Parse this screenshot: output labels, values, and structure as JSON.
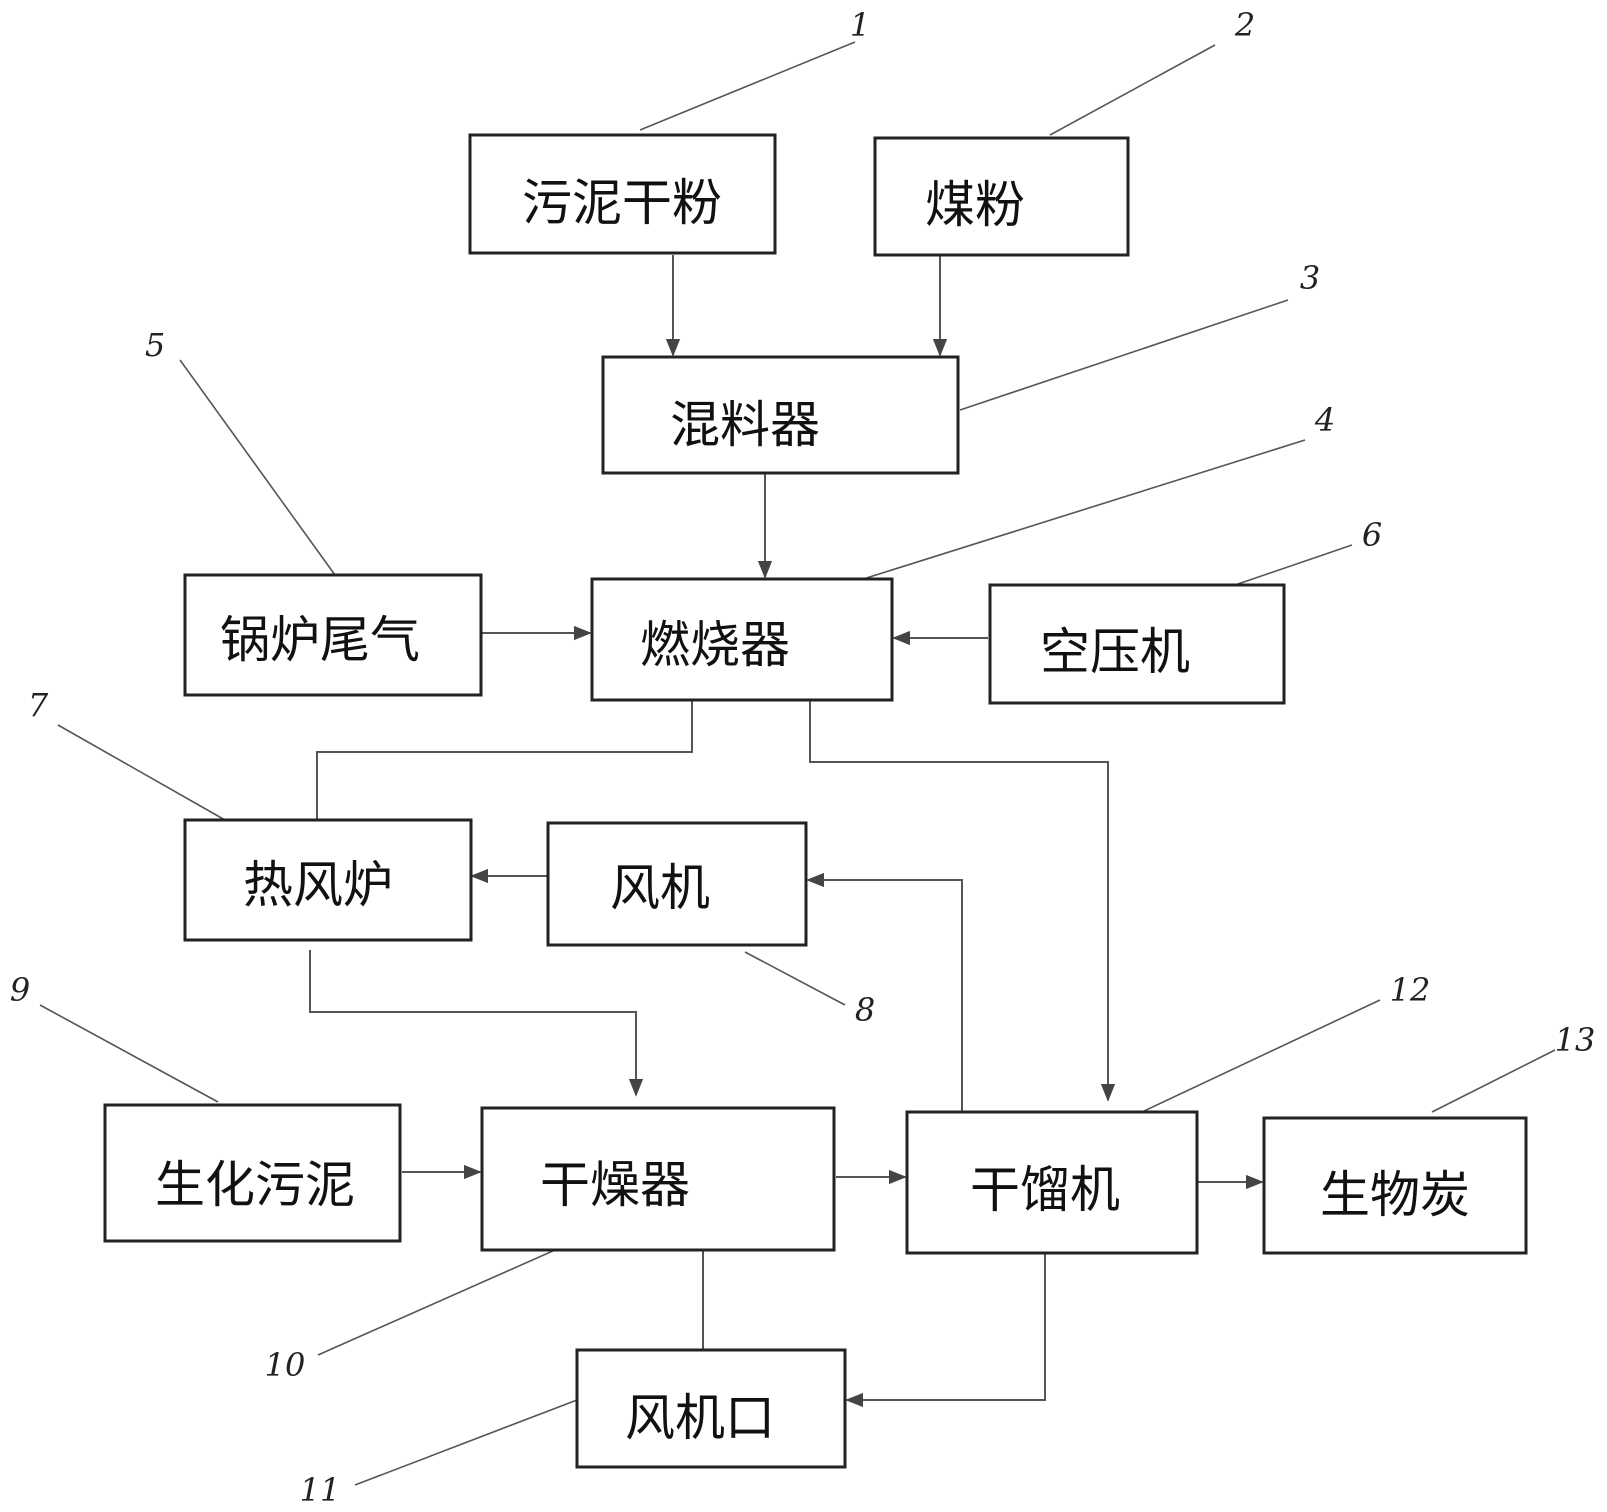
{
  "boxes": {
    "sludge_dry_powder": "污泥干粉",
    "coal_powder": "煤粉",
    "mixer": "混料器",
    "boiler_tail_gas": "锅炉尾气",
    "burner": "燃烧器",
    "air_compressor": "空压机",
    "hot_blast_stove": "热风炉",
    "fan": "风机",
    "biochemical_sludge": "生化污泥",
    "dryer": "干燥器",
    "dry_distiller": "干馏机",
    "biochar": "生物炭",
    "fan_outlet": "风机口"
  },
  "numbers": {
    "n1": "1",
    "n2": "2",
    "n3": "3",
    "n4": "4",
    "n5": "5",
    "n6": "6",
    "n7": "7",
    "n8": "8",
    "n9": "9",
    "n10": "10",
    "n11": "11",
    "n12": "12",
    "n13": "13"
  }
}
